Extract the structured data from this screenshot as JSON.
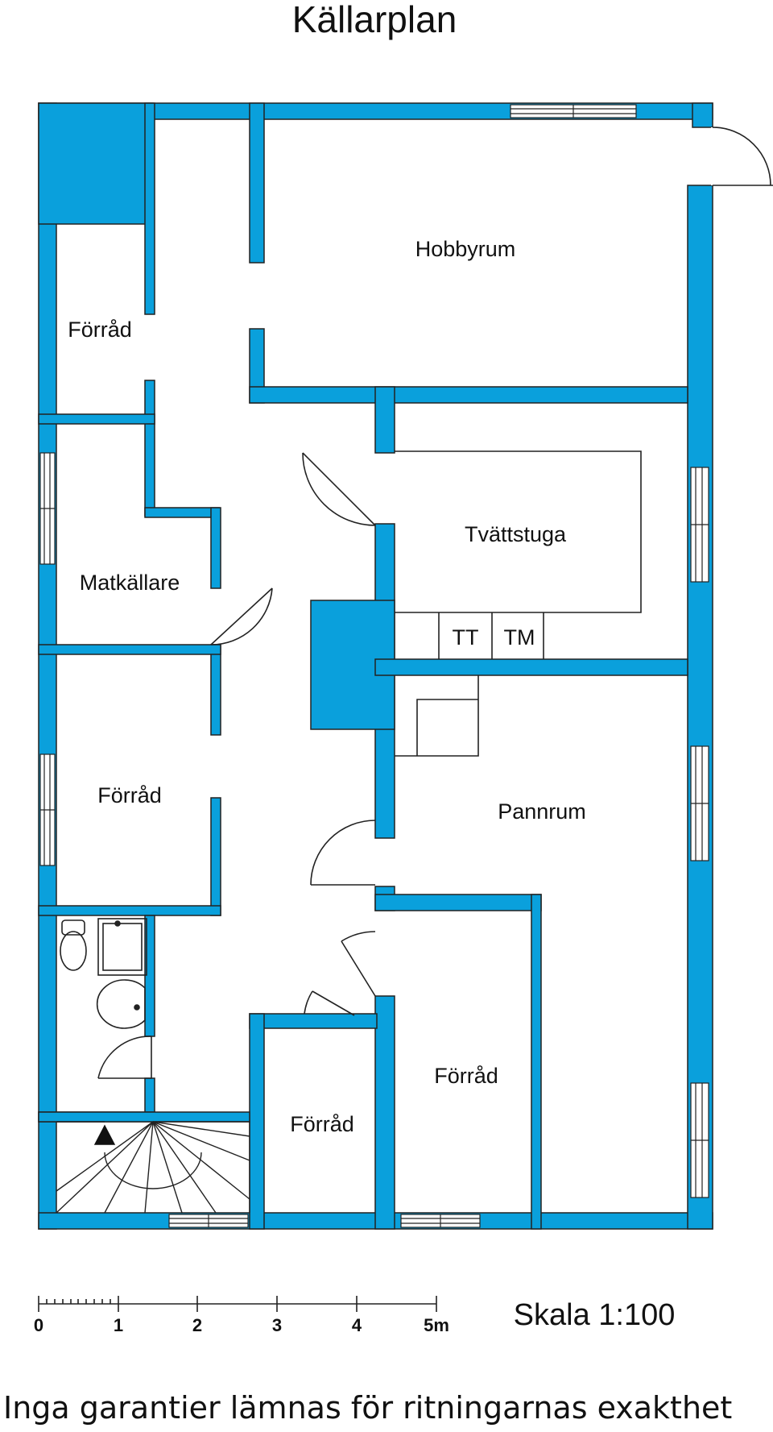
{
  "title": "Källarplan",
  "rooms": {
    "hobbyrum": "Hobbyrum",
    "forrad_top": "Förråd",
    "tvattstuga": "Tvättstuga",
    "matkallare": "Matkällare",
    "tt": "TT",
    "tm": "TM",
    "forrad_left": "Förråd",
    "pannrum": "Pannrum",
    "forrad_right": "Förråd",
    "forrad_bottom": "Förråd"
  },
  "scale_bar": {
    "ticks": [
      "0",
      "1",
      "2",
      "3",
      "4",
      "5m"
    ],
    "label": "Skala 1:100"
  },
  "disclaimer": "Inga garantier lämnas för ritningarnas exakthet",
  "colors": {
    "wall": "#0aa0dc",
    "line": "#222222"
  },
  "symbols": [
    "toilet-icon",
    "shower-icon",
    "sink-icon",
    "stair-arrow-icon",
    "window-icon",
    "door-swing-icon"
  ]
}
